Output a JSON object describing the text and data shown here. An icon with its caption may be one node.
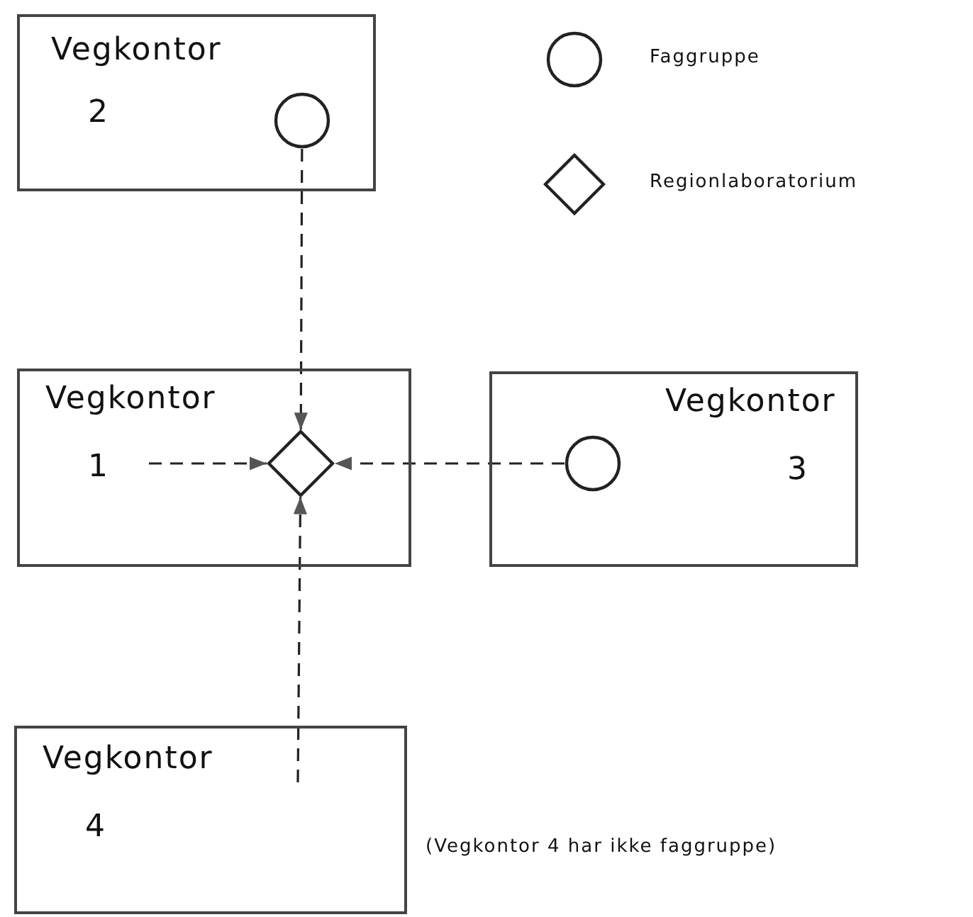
{
  "diagram": {
    "nodes": [
      {
        "text": [
          "Vegkontor",
          "2"
        ]
      },
      {
        "text": [],
        "shape": "circle",
        "in": 0
      },
      {
        "text": [
          "Vegkontor",
          "1"
        ]
      },
      {
        "text": [],
        "shape": "diamond",
        "in": 2
      },
      {
        "text": [
          "Vegkontor",
          "3"
        ]
      },
      {
        "text": [],
        "shape": "circle",
        "in": 4
      },
      {
        "text": [
          "Vegkontor",
          "4"
        ],
        "beside": [
          "(Vegkontor 4 har ikke faggruppe)"
        ]
      }
    ],
    "edges": [
      {
        "from": 1,
        "to": 3,
        "arrow": "to",
        "style": "dashed"
      },
      {
        "from": null,
        "to": 3,
        "arrow": "to",
        "style": "dashed"
      },
      {
        "from": 5,
        "to": 3,
        "arrow": "to",
        "style": "dashed"
      },
      {
        "from": 6,
        "to": 3,
        "arrow": "to",
        "style": "dashed"
      }
    ],
    "legend": [
      {
        "text": "Faggruppe"
      },
      {
        "text": "Regionlaboratorium"
      }
    ]
  }
}
